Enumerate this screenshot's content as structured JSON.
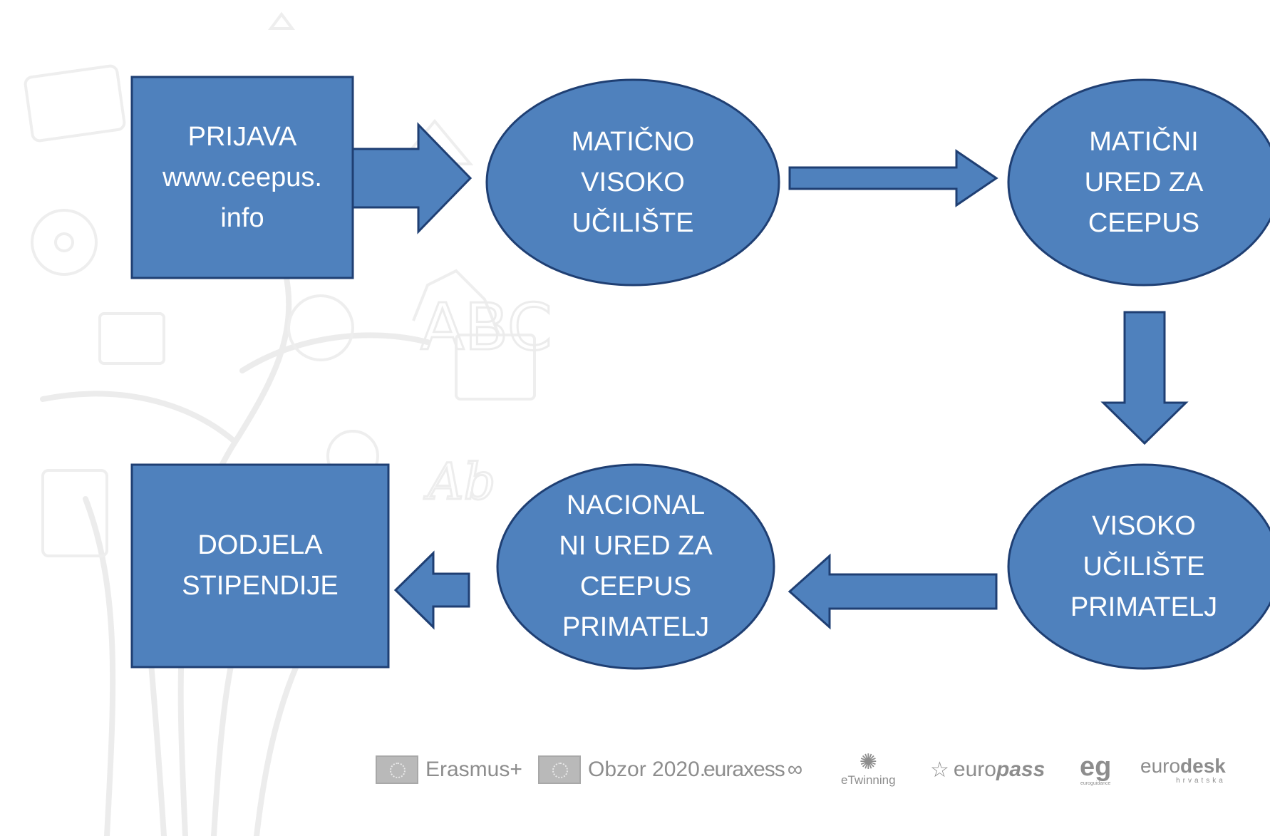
{
  "colors": {
    "shape_fill": "#4f81bd",
    "shape_stroke": "#1f3f73",
    "label_color": "#ffffff",
    "background_art": "#ececec",
    "logo_gray": "#8d8d8d"
  },
  "nodes": {
    "prijava": {
      "lines": [
        "PRIJAVA",
        "www.ceepus.",
        "info"
      ]
    },
    "maticno_visoko_uciliste": {
      "lines": [
        "MATIČNO",
        "VISOKO",
        "UČILIŠTE"
      ]
    },
    "maticni_ured": {
      "lines": [
        "MATIČNI",
        "URED ZA",
        "CEEPUS"
      ]
    },
    "visoko_uciliste_primatelj": {
      "lines": [
        "VISOKO",
        "UČILIŠTE",
        "PRIMATELJ"
      ]
    },
    "nacionalni_ured": {
      "lines": [
        "NACIONAL",
        "NI URED ZA",
        "CEEPUS",
        "PRIMATELJ"
      ]
    },
    "dodjela": {
      "lines": [
        "DODJELA",
        "STIPENDIJE"
      ]
    }
  },
  "footer_logos": {
    "erasmus": "Erasmus+",
    "obzor": "Obzor 2020.",
    "euraxess": "euraxess",
    "etwinning": "eTwinning",
    "europass_prefix": "euro",
    "europass_suffix": "pass",
    "euroguidance": "euroguidance",
    "eurodesk_prefix": "euro",
    "eurodesk_suffix": "desk",
    "eurodesk_sub": "hrvatska"
  }
}
